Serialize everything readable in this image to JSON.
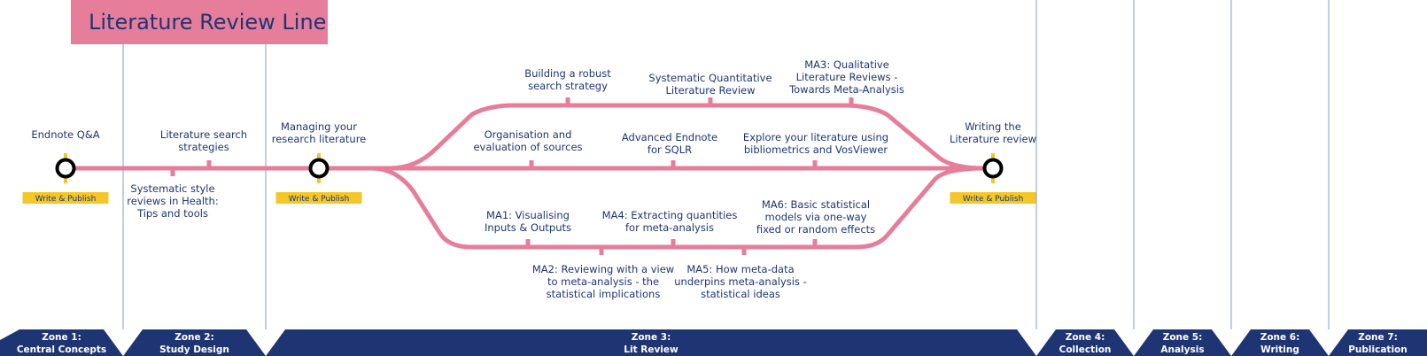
{
  "title": "Literature Review Line",
  "colors": {
    "line": "#e67e9b",
    "navy": "#1f3573",
    "badge": "#f3c72a",
    "zone_divider": "#8a9cc7",
    "station_ring": "#000000"
  },
  "terminal_stations": [
    {
      "id": "endnote-qa",
      "label": [
        "Endnote Q&A"
      ],
      "badge": "Write & Publish"
    },
    {
      "id": "managing-research-literature",
      "label": [
        "Managing your",
        "research literature"
      ],
      "badge": "Write & Publish"
    },
    {
      "id": "writing-literature-review",
      "label": [
        "Writing the",
        "Literature review"
      ],
      "badge": "Write & Publish"
    }
  ],
  "stops": [
    {
      "id": "literature-search-strategies",
      "label": [
        "Literature search",
        "strategies"
      ]
    },
    {
      "id": "systematic-style-reviews",
      "label": [
        "Systematic style",
        "reviews in Health:",
        "Tips and tools"
      ]
    },
    {
      "id": "building-robust-search",
      "label": [
        "Building a robust",
        "search strategy"
      ]
    },
    {
      "id": "systematic-quantitative-review",
      "label": [
        "Systematic Quantitative",
        "Literature Review"
      ]
    },
    {
      "id": "ma3-qualitative-reviews",
      "label": [
        "MA3: Qualitative",
        "Literature Reviews -",
        "Towards Meta-Analysis"
      ]
    },
    {
      "id": "organisation-evaluation",
      "label": [
        "Organisation and",
        "evaluation of sources"
      ]
    },
    {
      "id": "advanced-endnote-sqlr",
      "label": [
        "Advanced Endnote",
        "for SQLR"
      ]
    },
    {
      "id": "explore-bibliometrics",
      "label": [
        "Explore your literature using",
        "bibliometrics and VosViewer"
      ]
    },
    {
      "id": "ma1-visualising",
      "label": [
        "MA1: Visualising",
        "Inputs & Outputs"
      ]
    },
    {
      "id": "ma4-extracting-quantities",
      "label": [
        "MA4: Extracting quantities",
        "for meta-analysis"
      ]
    },
    {
      "id": "ma6-basic-statistical-models",
      "label": [
        "MA6: Basic statistical",
        "models via one-way",
        "fixed or random effects"
      ]
    },
    {
      "id": "ma2-reviewing-meta-analysis",
      "label": [
        "MA2: Reviewing with a view",
        "to meta-analysis - the",
        "statistical implications"
      ]
    },
    {
      "id": "ma5-meta-data",
      "label": [
        "MA5: How meta-data",
        "underpins meta-analysis -",
        "statistical ideas"
      ]
    }
  ],
  "zones": [
    {
      "id": "zone-1",
      "line1": "Zone 1:",
      "line2": "Central Concepts"
    },
    {
      "id": "zone-2",
      "line1": "Zone 2:",
      "line2": "Study Design"
    },
    {
      "id": "zone-3",
      "line1": "Zone 3:",
      "line2": "Lit Review"
    },
    {
      "id": "zone-4",
      "line1": "Zone 4:",
      "line2": "Collection"
    },
    {
      "id": "zone-5",
      "line1": "Zone 5:",
      "line2": "Analysis"
    },
    {
      "id": "zone-6",
      "line1": "Zone 6:",
      "line2": "Writing"
    },
    {
      "id": "zone-7",
      "line1": "Zone 7:",
      "line2": "Publication"
    }
  ]
}
